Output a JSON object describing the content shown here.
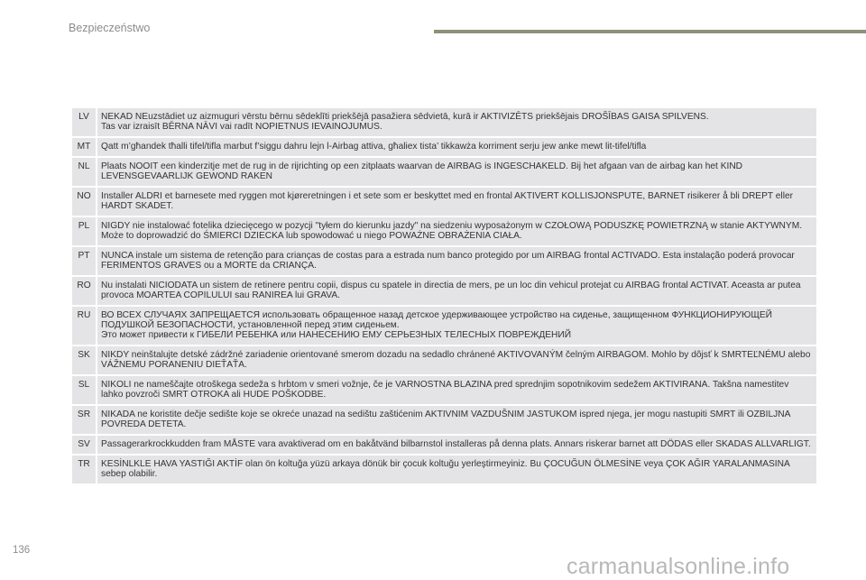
{
  "header": {
    "section_title": "Bezpieczeństwo"
  },
  "rows": [
    {
      "code": "LV",
      "text": "NEKAD NEuzstādiet uz aizmuguri vērstu bērnu sēdeklīti priekšējā pasažiera sēdvietā, kurā ir AKTIVIZĒTS priekšējais DROŠĪBAS GAISA SPILVENS.\nTas var izraisīt BĒRNA NĀVI vai radīt NOPIETNUS IEVAINOJUMUS."
    },
    {
      "code": "MT",
      "text": "Qatt m’għandek tħalli tifel/tifla marbut f’siggu dahru lejn l-Airbag attiva, għaliex tista’ tikkawża korriment serju jew anke mewt lit-tifel/tifla"
    },
    {
      "code": "NL",
      "text": "Plaats NOOIT een kinderzitje met de rug in de rijrichting op een zitplaats waarvan de AIRBAG is INGESCHAKELD. Bij het afgaan van de airbag kan het KIND LEVENSGEVAARLIJK GEWOND RAKEN"
    },
    {
      "code": "NO",
      "text": "Installer ALDRI et barnesete med ryggen mot kjøreretningen i et sete som er beskyttet med en frontal AKTIVERT KOLLISJONSPUTE, BARNET risikerer å bli DREPT eller HARDT SKADET."
    },
    {
      "code": "PL",
      "text": "NIGDY nie instalować fotelika dziecięcego w pozycji \"tyłem do kierunku jazdy\" na siedzeniu wyposażonym w CZOŁOWĄ PODUSZKĘ POWIETRZNĄ w stanie AKTYWNYM. Może to doprowadzić do ŚMIERCI DZIECKA lub spowodować u niego POWAŻNE OBRAŻENIA CIAŁA."
    },
    {
      "code": "PT",
      "text": "NUNCA instale um sistema de retenção para crianças de costas para a estrada num banco protegido por um AIRBAG frontal ACTIVADO. Esta instalação poderá provocar FERIMENTOS GRAVES ou a MORTE da CRIANÇA."
    },
    {
      "code": "RO",
      "text": "Nu instalati NICIODATA un sistem de retinere pentru copii, dispus cu spatele in directia de mers, pe un loc din vehicul protejat cu AIRBAG frontal ACTIVAT. Aceasta ar putea provoca MOARTEA COPILULUI sau RANIREA lui GRAVA."
    },
    {
      "code": "RU",
      "text": "ВО ВСЕХ СЛУЧАЯХ ЗАПРЕЩАЕТСЯ использовать обращенное назад детское удерживающее устройство на сиденье, защищенном ФУНКЦИОНИРУЮЩЕЙ ПОДУШКОЙ БЕЗОПАСНОСТИ, установленной перед этим сиденьем.\nЭто может привести к ГИБЕЛИ РЕБЕНКА или НАНЕСЕНИЮ ЕМУ СЕРЬЕЗНЫХ ТЕЛЕСНЫХ ПОВРЕЖДЕНИЙ"
    },
    {
      "code": "SK",
      "text": "NIKDY neinštalujte detské zádržné zariadenie orientované smerom dozadu na sedadlo chránené AKTIVOVANÝM čelným AIRBAGOM. Mohlo by dôjsť k SMRTEĽNÉMU alebo VÁŽNEMU PORANENIU DIEŤAŤA."
    },
    {
      "code": "SL",
      "text": "NIKOLI ne nameščajte otroškega sedeža s hrbtom v smeri vožnje, če je VARNOSTNA BLAZINA pred sprednjim sopotnikovim sedežem AKTIVIRANA. Takšna namestitev lahko povzroči SMRT OTROKA ali HUDE POŠKODBE."
    },
    {
      "code": "SR",
      "text": "NIKADA ne koristite dečje sedište koje se okreće unazad na sedištu zaštićenim AKTIVNIM VAZDUŠNIM JASTUKOM ispred njega, jer mogu nastupiti SMRT ili OZBILJNA POVREDA DETETA."
    },
    {
      "code": "SV",
      "text": "Passagerarkrockkudden fram MÅSTE vara avaktiverad om en bakåtvänd bilbarnstol installeras på denna plats. Annars riskerar barnet att DÖDAS eller SKADAS ALLVARLIGT."
    },
    {
      "code": "TR",
      "text": "KESİNLKLE HAVA YASTIĞI AKTİF olan ön koltuğa yüzü arkaya dönük bir çocuk koltuğu yerleştirmeyiniz. Bu ÇOCUĞUN ÖLMESİNE veya ÇOK AĞIR YARALANMASINA sebep olabilir."
    }
  ],
  "footer": {
    "page_number": "136",
    "watermark": "carmanualsonline.info"
  },
  "colors": {
    "header_bar": "#8a9278",
    "row_background": "#e4e4e6"
  }
}
